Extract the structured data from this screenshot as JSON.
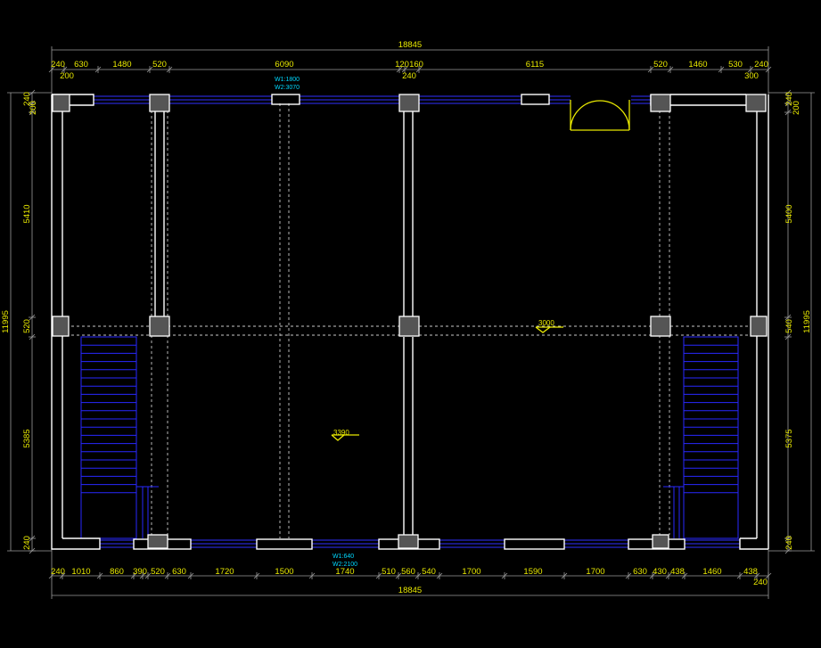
{
  "drawing": {
    "top_overall": "18845",
    "top_segments": [
      "240",
      "630",
      "1480",
      "520",
      "6090",
      "120",
      "160",
      "6115",
      "520",
      "1460",
      "530",
      "240"
    ],
    "top_sub": [
      "200",
      "240",
      "300"
    ],
    "bottom_segments": [
      "240",
      "1010",
      "860",
      "390",
      "520",
      "630",
      "1720",
      "1500",
      "1740",
      "510",
      "560",
      "540",
      "1700",
      "1590",
      "1700",
      "630",
      "430",
      "438",
      "1460",
      "438"
    ],
    "bottom_overall": "18845",
    "bottom_extra": "240",
    "left_segments": [
      "240",
      "200",
      "5410",
      "520",
      "5385",
      "240"
    ],
    "left_overall": "11995",
    "right_segments": [
      "240",
      "200",
      "5400",
      "540",
      "5375",
      "240"
    ],
    "right_overall": "11995",
    "window_tags_top": [
      "W1:1800",
      "W2:3070"
    ],
    "window_tags_bottom": [
      "W1:640",
      "W2:2100"
    ],
    "elevations": [
      "3000",
      "3390"
    ]
  },
  "colors": {
    "background": "#000000",
    "dimension_text": "#e8e800",
    "walls": "#ffffff",
    "windows_stairs": "#3030ff",
    "tags": "#00d8ff"
  }
}
